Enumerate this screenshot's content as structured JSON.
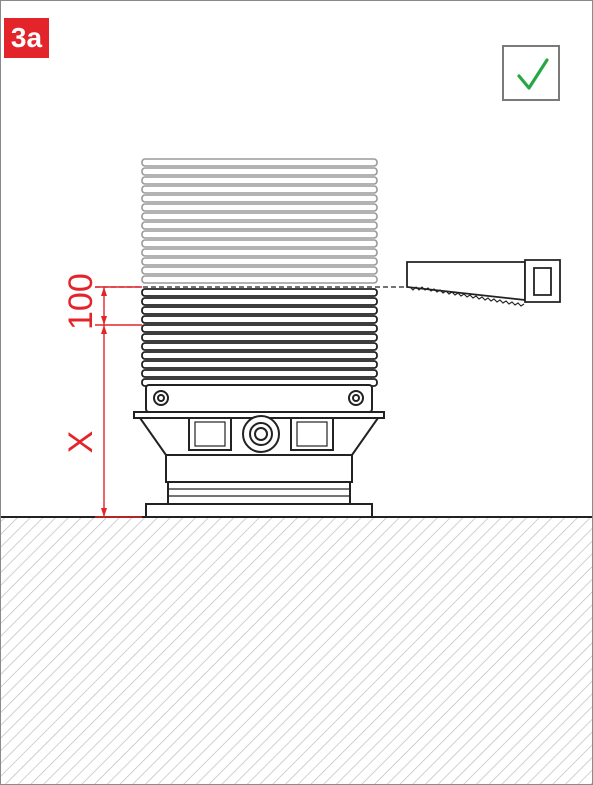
{
  "step": {
    "label": "3a"
  },
  "status": {
    "icon": "checkmark-icon",
    "color": "#27a844"
  },
  "dimensions": {
    "cut_height": "100",
    "base_height": "X"
  },
  "colors": {
    "accent": "#e3242b",
    "line": "#222222",
    "faded": "#9a9a9a",
    "hatch": "#bdbdbd"
  },
  "tool": {
    "icon": "handsaw-icon"
  }
}
